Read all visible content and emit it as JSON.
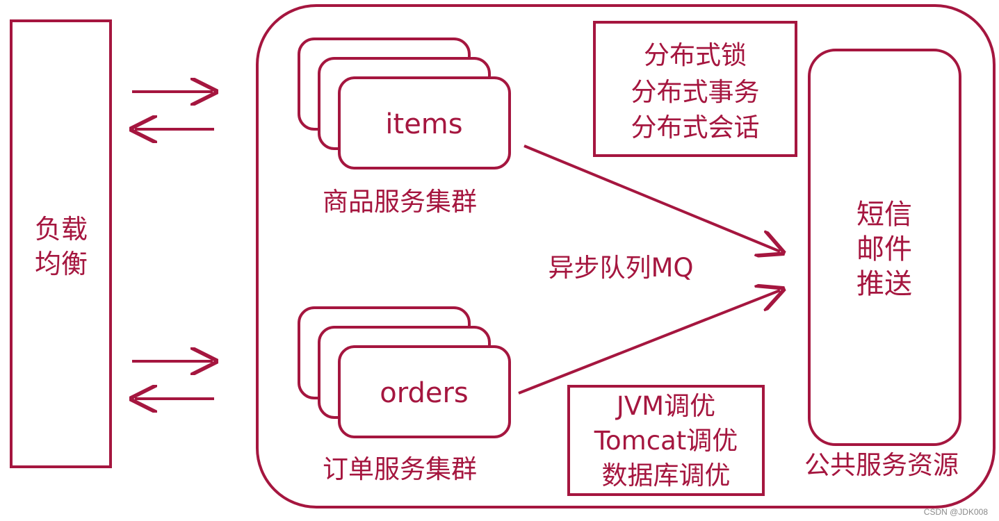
{
  "colors": {
    "accent": "#a5163f",
    "background": "#ffffff"
  },
  "load_balancer": {
    "line1": "负载",
    "line2": "均衡"
  },
  "clusters": [
    {
      "node_label": "items",
      "caption": "商品服务集群"
    },
    {
      "node_label": "orders",
      "caption": "订单服务集群"
    }
  ],
  "distributed_box": {
    "lines": [
      "分布式锁",
      "分布式事务",
      "分布式会话"
    ]
  },
  "tuning_box": {
    "lines": [
      "JVM调优",
      "Tomcat调优",
      "数据库调优"
    ]
  },
  "mq_label": "异步队列MQ",
  "public_services": {
    "lines": [
      "短信",
      "邮件",
      "推送"
    ],
    "caption": "公共服务资源"
  },
  "watermark": "CSDN @JDK008"
}
